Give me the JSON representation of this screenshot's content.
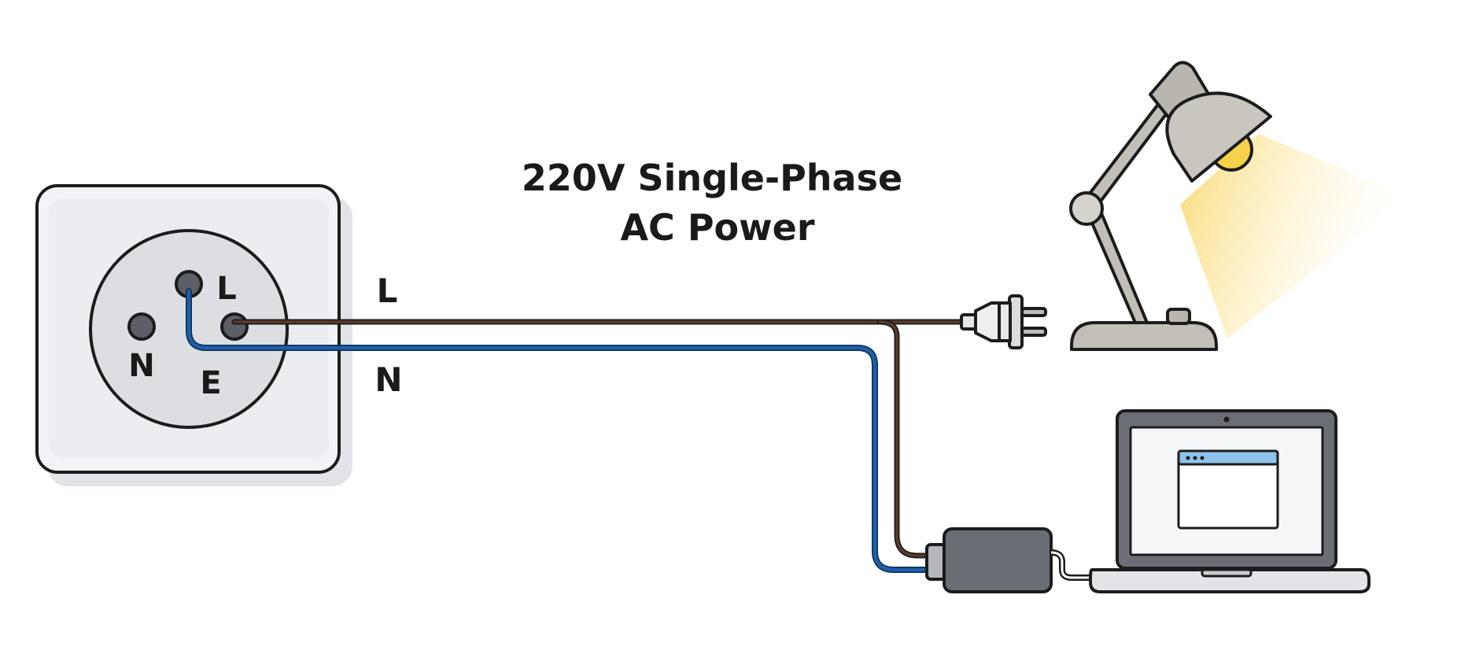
{
  "title": {
    "line1": "220V Single-Phase",
    "line2": "AC Power"
  },
  "outlet": {
    "pin_labels": {
      "live": "L",
      "neutral": "N",
      "earth": "E"
    }
  },
  "wire_labels": {
    "live": "L",
    "neutral": "N"
  },
  "colors": {
    "live_wire": "#5a3a2e",
    "neutral_wire": "#1f5fa8",
    "outline": "#1c1c1c",
    "outlet_face": "#f2f3f6",
    "outlet_socket": "#dcdee2",
    "lamp_body": "#c2bfb8",
    "bulb": "#f6d24a",
    "adapter": "#6a6e74",
    "laptop_frame": "#6b6e72",
    "screen_window_bar": "#8ec2ea"
  },
  "icons": {
    "outlet": "wall-socket-icon",
    "plug": "power-plug-icon",
    "lamp": "desk-lamp-icon",
    "adapter": "power-adapter-icon",
    "laptop": "laptop-icon"
  }
}
